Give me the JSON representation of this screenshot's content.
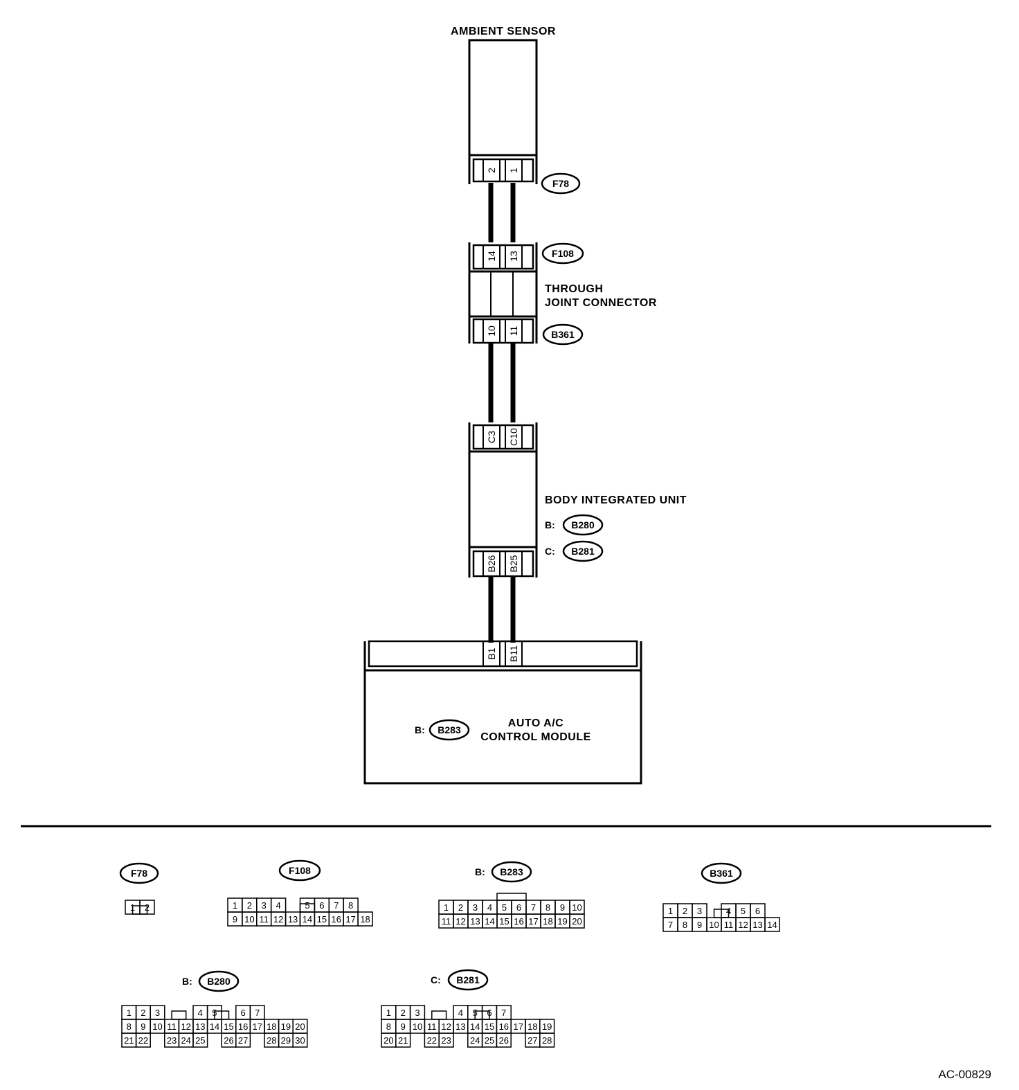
{
  "components": {
    "ambient_sensor": "AMBIENT SENSOR",
    "through_joint_line1": "THROUGH",
    "through_joint_line2": "JOINT CONNECTOR",
    "body_integrated_unit": "BODY INTEGRATED UNIT",
    "auto_ac_line1": "AUTO A/C",
    "auto_ac_line2": "CONTROL MODULE"
  },
  "connectors": {
    "f78": "F78",
    "f108": "F108",
    "b361": "B361",
    "b280": "B280",
    "b281": "B281",
    "b283": "B283",
    "prefix_b": "B:",
    "prefix_c": "C:"
  },
  "pins": {
    "f78_left": "2",
    "f78_right": "1",
    "f108_left": "14",
    "f108_right": "13",
    "b361_left": "10",
    "b361_right": "11",
    "c_left": "C3",
    "c_right": "C10",
    "b_left": "B26",
    "b_right": "B25",
    "acm_left": "B1",
    "acm_right": "B11"
  },
  "connector_faces": {
    "f78": [
      [
        "1",
        "2"
      ]
    ],
    "f108": [
      [
        "1",
        "2",
        "3",
        "4",
        "",
        "5",
        "6",
        "7",
        "8"
      ],
      [
        "9",
        "10",
        "11",
        "12",
        "13",
        "14",
        "15",
        "16",
        "17",
        "18"
      ]
    ],
    "b283": [
      [
        "1",
        "2",
        "3",
        "4",
        "5",
        "6",
        "7",
        "8",
        "9",
        "10"
      ],
      [
        "11",
        "12",
        "13",
        "14",
        "15",
        "16",
        "17",
        "18",
        "19",
        "20"
      ]
    ],
    "b361": [
      [
        "1",
        "2",
        "3",
        "",
        "4",
        "5",
        "6"
      ],
      [
        "7",
        "8",
        "9",
        "10",
        "11",
        "12",
        "13",
        "14"
      ]
    ],
    "b280": [
      [
        "1",
        "2",
        "3",
        "",
        "",
        "4",
        "5",
        "",
        "6",
        "7"
      ],
      [
        "8",
        "9",
        "10",
        "11",
        "12",
        "13",
        "14",
        "15",
        "16",
        "17",
        "18",
        "19",
        "20"
      ],
      [
        "21",
        "22",
        "",
        "23",
        "24",
        "25",
        "",
        "26",
        "27",
        "",
        "28",
        "29",
        "30"
      ]
    ],
    "b281": [
      [
        "1",
        "2",
        "3",
        "",
        "",
        "4",
        "5",
        "6",
        "7"
      ],
      [
        "8",
        "9",
        "10",
        "11",
        "12",
        "13",
        "14",
        "15",
        "16",
        "17",
        "18",
        "19"
      ],
      [
        "20",
        "21",
        "",
        "22",
        "23",
        "",
        "24",
        "25",
        "26",
        "",
        "27",
        "28"
      ]
    ]
  },
  "figure_code": "AC-00829"
}
